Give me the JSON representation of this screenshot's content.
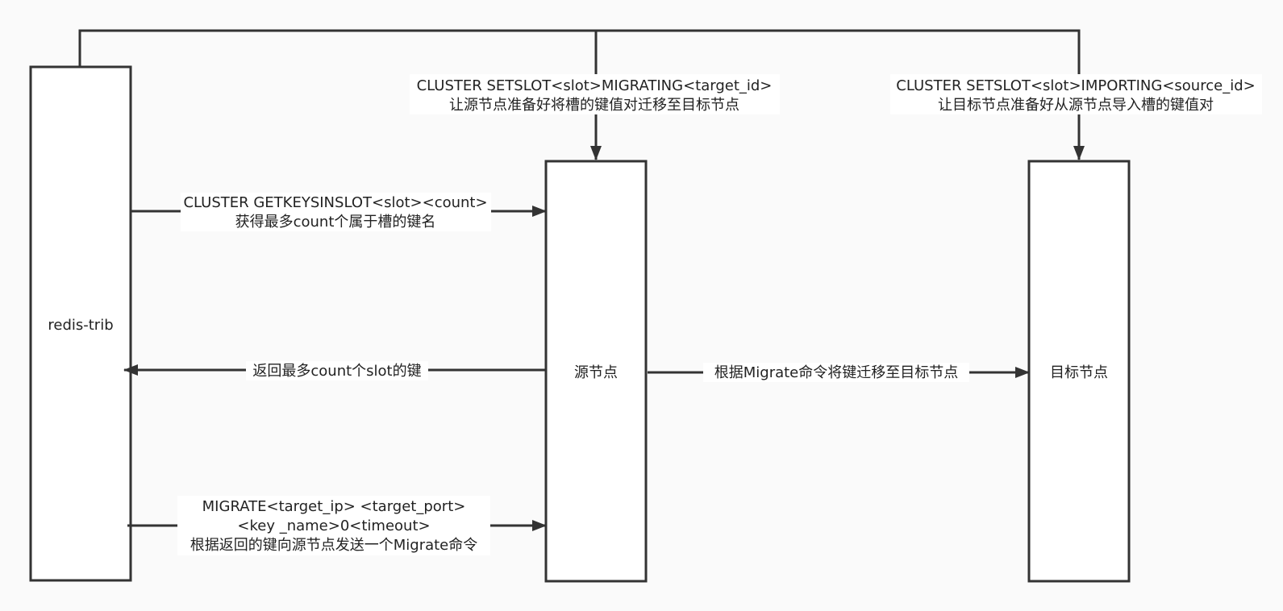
{
  "nodes": {
    "redis_trib": "redis-trib",
    "source": "源节点",
    "target": "目标节点"
  },
  "edges": {
    "setslot_migrating": {
      "line1": "CLUSTER SETSLOT<slot>MIGRATING<target_id>",
      "line2": "让源节点准备好将槽的键值对迁移至目标节点"
    },
    "setslot_importing": {
      "line1": "CLUSTER SETSLOT<slot>IMPORTING<source_id>",
      "line2": "让目标节点准备好从源节点导入槽的键值对"
    },
    "getkeysinslot": {
      "line1": "CLUSTER GETKEYSINSLOT<slot><count>",
      "line2": "获得最多count个属于槽的键名"
    },
    "return_keys": {
      "line1": "返回最多count个slot的键"
    },
    "migrate_to_target": {
      "line1": "根据Migrate命令将键迁移至目标节点"
    },
    "migrate_cmd": {
      "line1": "MIGRATE<target_ip>  <target_port>",
      "line2": "<key _name>0<timeout>",
      "line3": "根据返回的键向源节点发送一个Migrate命令"
    }
  }
}
